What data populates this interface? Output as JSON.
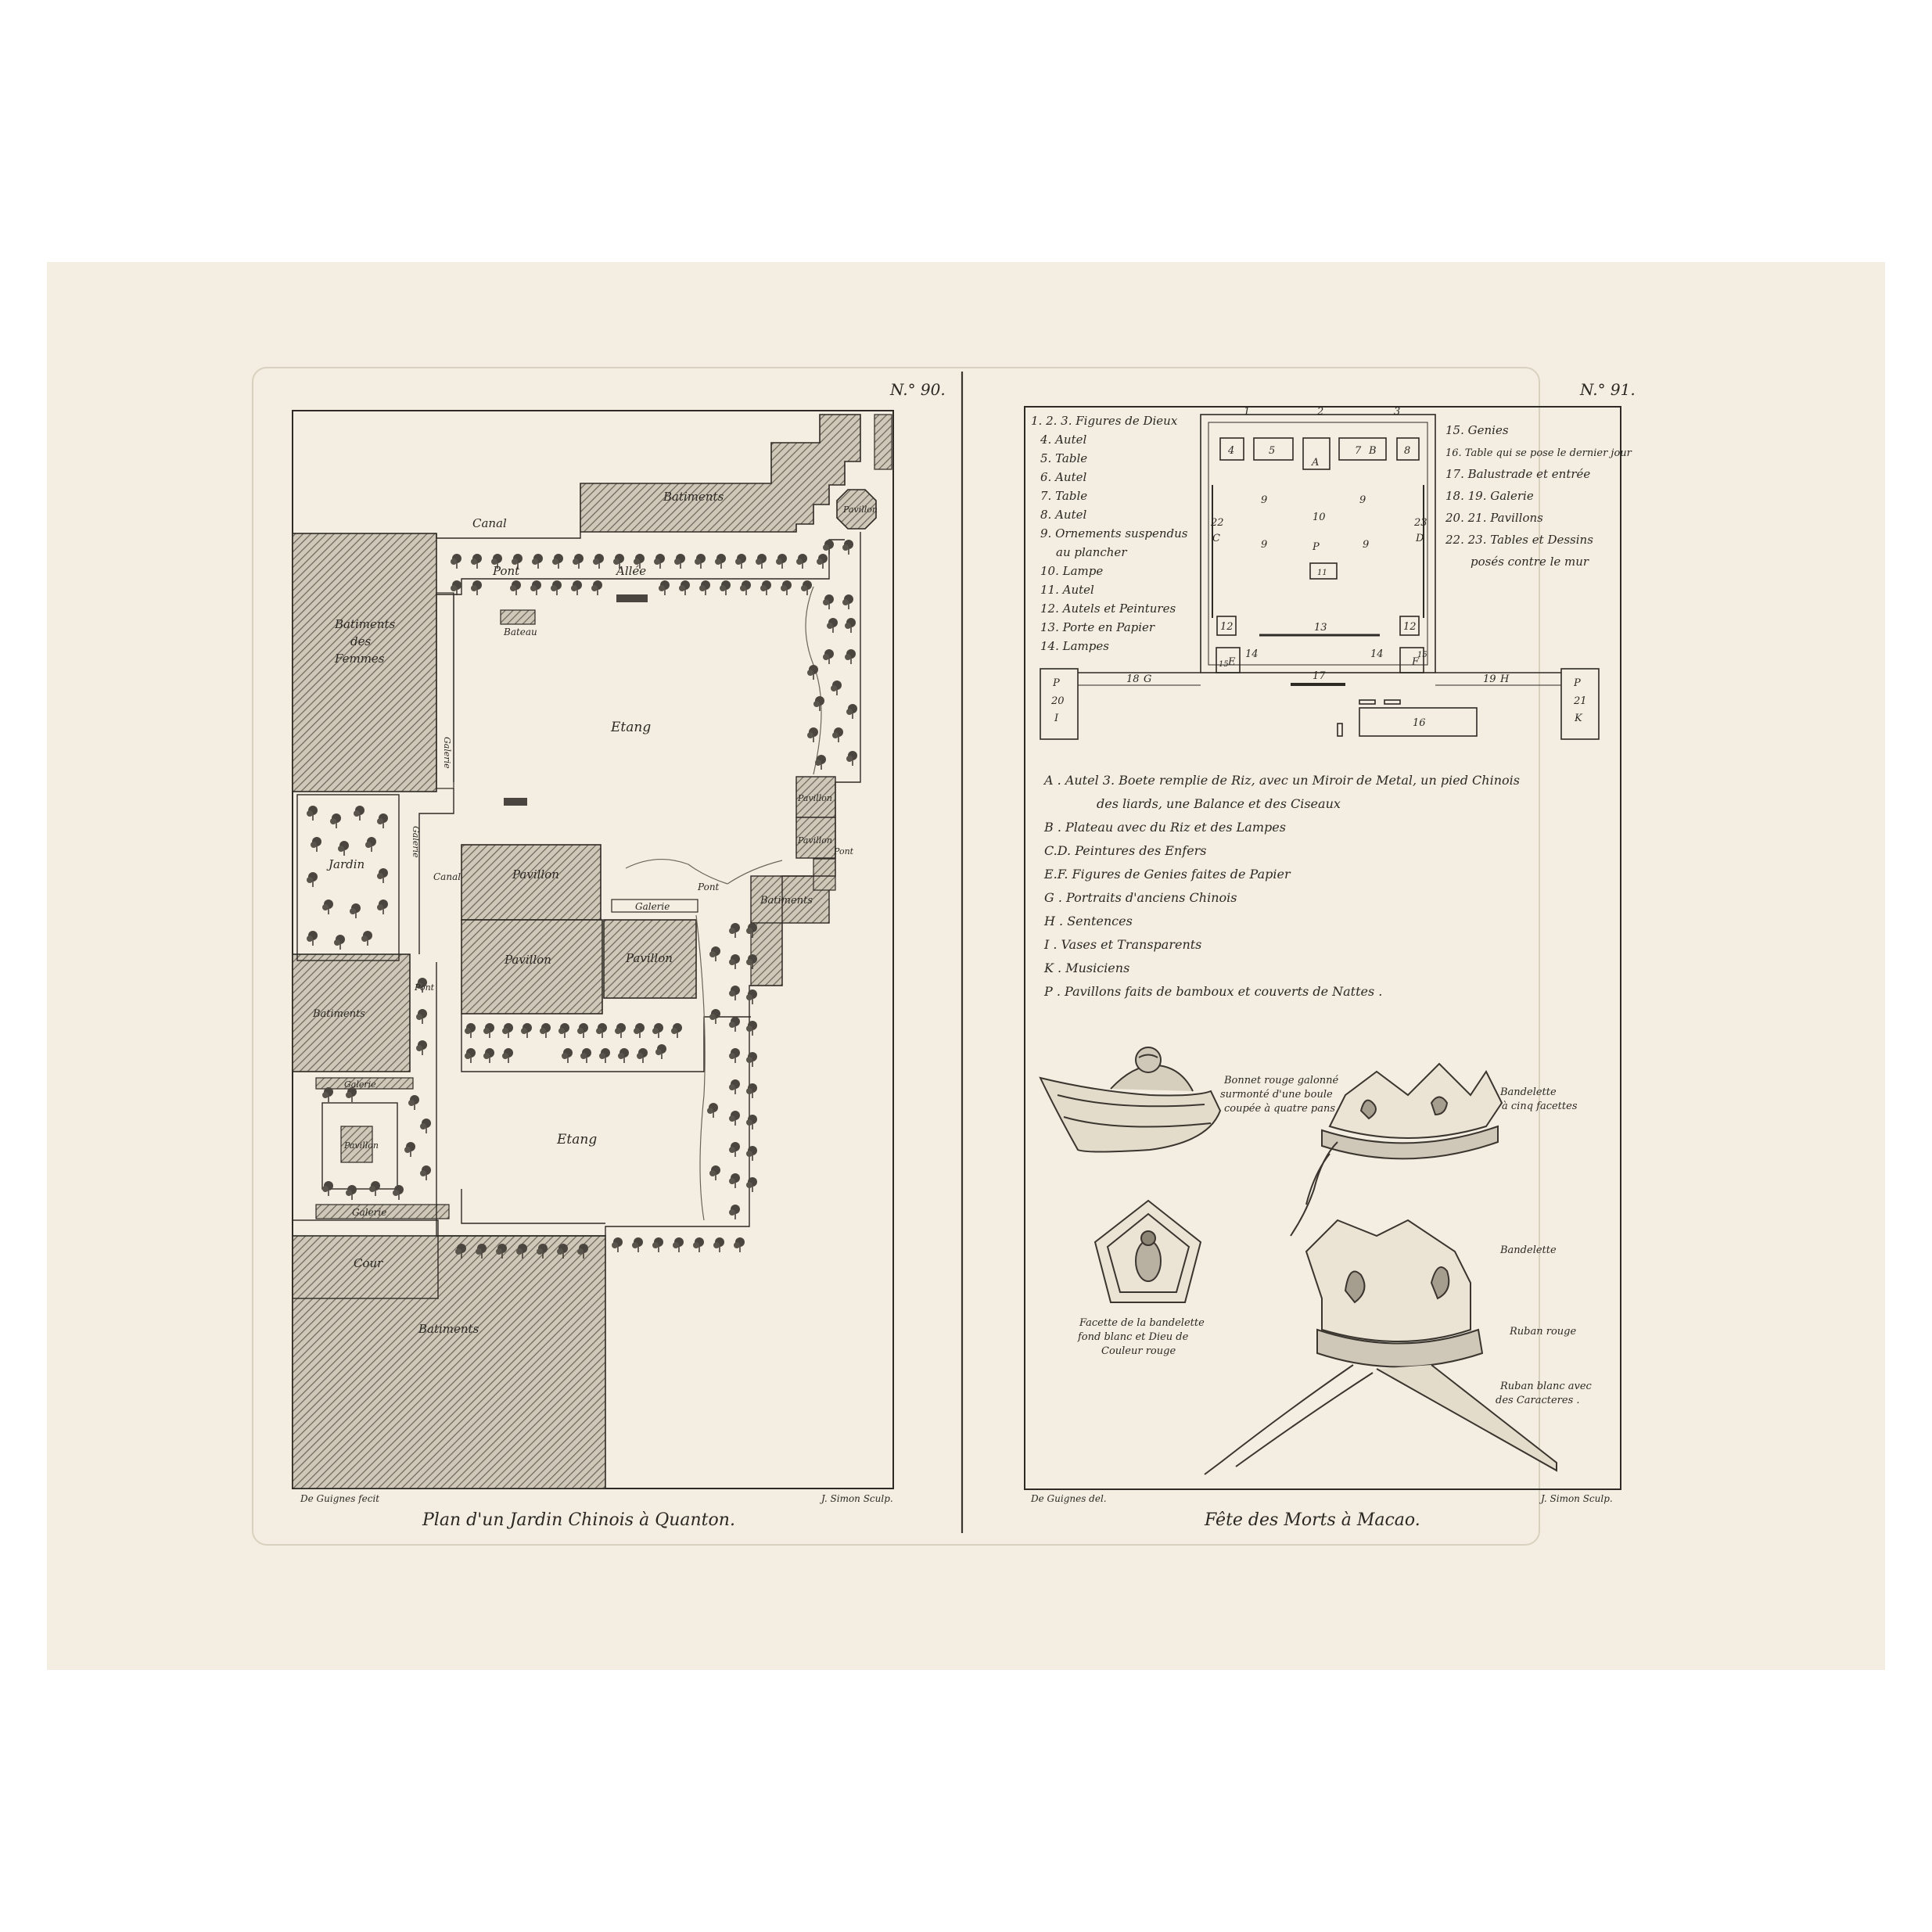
{
  "left_plate": {
    "number": "N.° 90.",
    "caption": "Plan d'un Jardin Chinois à Quanton.",
    "credit_left": "De Guignes fecit",
    "credit_right": "J. Simon Sculp.",
    "labels": {
      "batiments_top": "Batiments",
      "pavillon_corner": "Pavillon",
      "canal_top": "Canal",
      "pont_top": "Pont",
      "allee": "Allée",
      "bateau": "Bateau",
      "batiments_femmes": "Batiments des Femmes",
      "etang_upper": "Etang",
      "galerie_left": "Galerie",
      "jardin": "Jardin",
      "galerie_mid": "Galerie",
      "canal_mid": "Canal",
      "pavillon_center_top": "Pavillon",
      "pavillon_center_mid": "Pavillon",
      "pavillon_center_right": "Pavillon",
      "galerie_center": "Galerie",
      "pont_center": "Pont",
      "pavillon_right_1": "Pavillon",
      "pavillon_right_2": "Pavillon",
      "pont_right": "Pont",
      "batiments_right": "Batiments",
      "batiments_left": "Batiments",
      "pont_left": "Pont",
      "galerie_lower": "Galerie",
      "pavillon_lower": "Pavillon",
      "etang_lower": "Etang",
      "galerie_bottom": "Galerie",
      "cour": "Cour",
      "batiments_bottom": "Batiments"
    }
  },
  "right_plate": {
    "number": "N.° 91.",
    "caption": "Fête des Morts à Macao.",
    "credit_left": "De Guignes del.",
    "credit_right": "J. Simon Sculp.",
    "legend_numbers_left": [
      "1. 2. 3. Figures de Dieux",
      "4. Autel",
      "5. Table",
      "6. Autel",
      "7. Table",
      "8. Autel",
      "9. Ornements suspendus",
      "au plancher",
      "10. Lampe",
      "11. Autel",
      "12. Autels et Peintures",
      "13. Porte en Papier",
      "14. Lampes"
    ],
    "legend_numbers_right": [
      "15. Genies",
      "16. Table qui se pose le dernier jour",
      "17. Balustrade et entrée",
      "18. 19. Galerie",
      "20. 21. Pavillons",
      "22. 23. Tables et Dessins",
      "posés contre le mur"
    ],
    "plan_marks": {
      "n1": "1",
      "n2": "2",
      "n3": "3",
      "n4": "4",
      "n5": "5",
      "n7": "7",
      "n8": "8",
      "A": "A",
      "B": "B",
      "P": "P",
      "n11": "11",
      "n9a": "9",
      "n9b": "9",
      "n9c": "9",
      "n9d": "9",
      "n10": "10",
      "n22": "22",
      "C": "C",
      "n23": "23",
      "D": "D",
      "n12a": "12",
      "n12b": "12",
      "n13": "13",
      "n14a": "14",
      "n14b": "14",
      "E": "E",
      "F": "F",
      "n15a": "15",
      "n15b": "15",
      "n17": "17",
      "n18": "18",
      "G": "G",
      "n19": "19",
      "H": "H",
      "P_left": "P",
      "n20": "20",
      "I": "I",
      "P_right": "P",
      "n21": "21",
      "K": "K",
      "n16": "16"
    },
    "legend_letters": [
      "A . Autel 3. Boete remplie de Riz, avec un Miroir de Metal, un pied Chinois",
      "des liards, une Balance et des Ciseaux",
      "B . Plateau avec du Riz et des Lampes",
      "C.D. Peintures des Enfers",
      "E.F. Figures de Genies faites de Papier",
      "G . Portraits d'anciens Chinois",
      "H . Sentences",
      "I . Vases et Transparents",
      "K . Musiciens",
      "P . Pavillons faits de bamboux et couverts de Nattes ."
    ],
    "illustration_labels": {
      "bonnet": [
        "Bonnet rouge galonné",
        "surmonté d'une boule",
        "coupée à quatre pans"
      ],
      "bandelette_cinq": [
        "Bandelette",
        "à cinq facettes"
      ],
      "facette": [
        "Facette de la bandelette",
        "fond blanc et Dieu de",
        "Couleur rouge"
      ],
      "bandelette": [
        "Bandelette"
      ],
      "ruban_rouge": [
        "Ruban rouge"
      ],
      "ruban_blanc": [
        "Ruban blanc avec",
        "des Caracteres ."
      ]
    }
  }
}
